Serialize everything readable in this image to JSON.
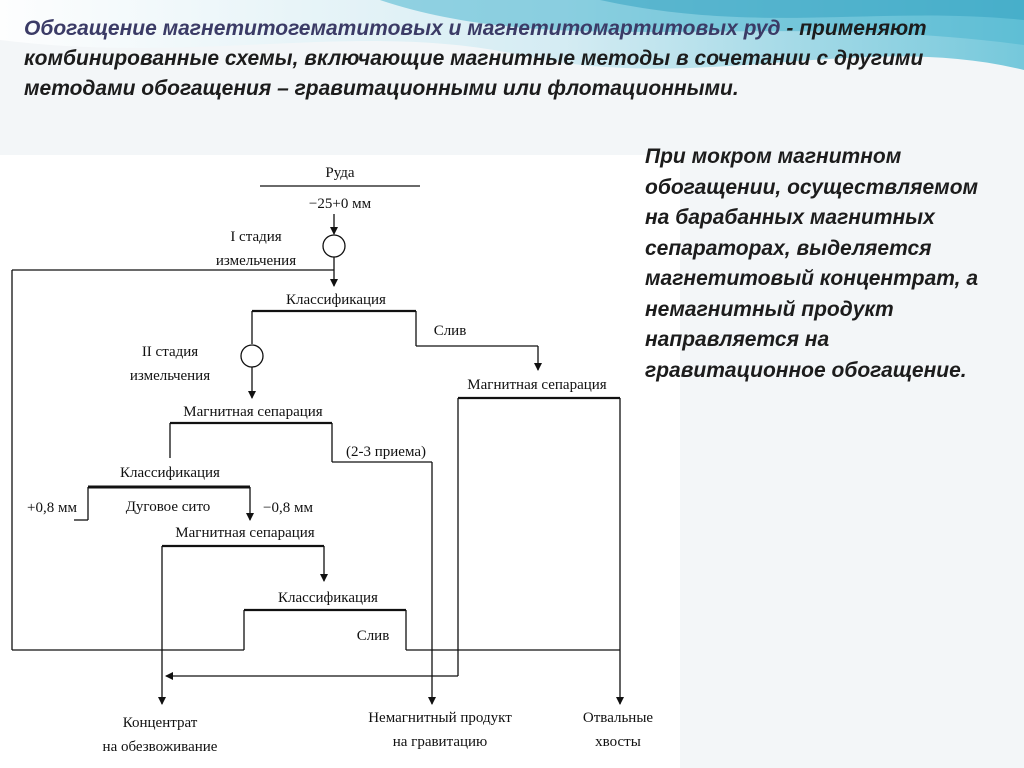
{
  "title": {
    "highlight": "Обогащение магнетитогематитовых и магнетитомартитовых руд",
    "rest": " - применяют комбинированные схемы, включающие магнитные методы в сочетании с другими методами обогащения – гравитационными или флотационными."
  },
  "side_text": "При мокром магнитном обогащении, осуществляемом на барабанных магнитных сепараторах, выделяется магнетитовый концентрат, а немагнитный продукт направляется на гравитационное обогащение.",
  "diagram": {
    "ore": "Руда",
    "size": "−25+0 мм",
    "grind1_line1": "I стадия",
    "grind1_line2": "измельчения",
    "classification1": "Классификация",
    "overflow1": "Слив",
    "grind2_line1": "II стадия",
    "grind2_line2": "измельчения",
    "magsep1": "Магнитная сепарация",
    "magsep1_note": "(2-3 приема)",
    "magsep_right": "Магнитная сепарация",
    "classification2": "Классификация",
    "arc_sieve": "Дуговое сито",
    "plus_fraction": "+0,8 мм",
    "minus_fraction": "−0,8 мм",
    "magsep2": "Магнитная сепарация",
    "classification3": "Классификация",
    "overflow2": "Слив",
    "out_concentrate_line1": "Концентрат",
    "out_concentrate_line2": "на обезвоживание",
    "out_nonmag_line1": "Немагнитный продукт",
    "out_nonmag_line2": "на гравитацию",
    "out_tails_line1": "Отвальные",
    "out_tails_line2": "хвосты"
  }
}
